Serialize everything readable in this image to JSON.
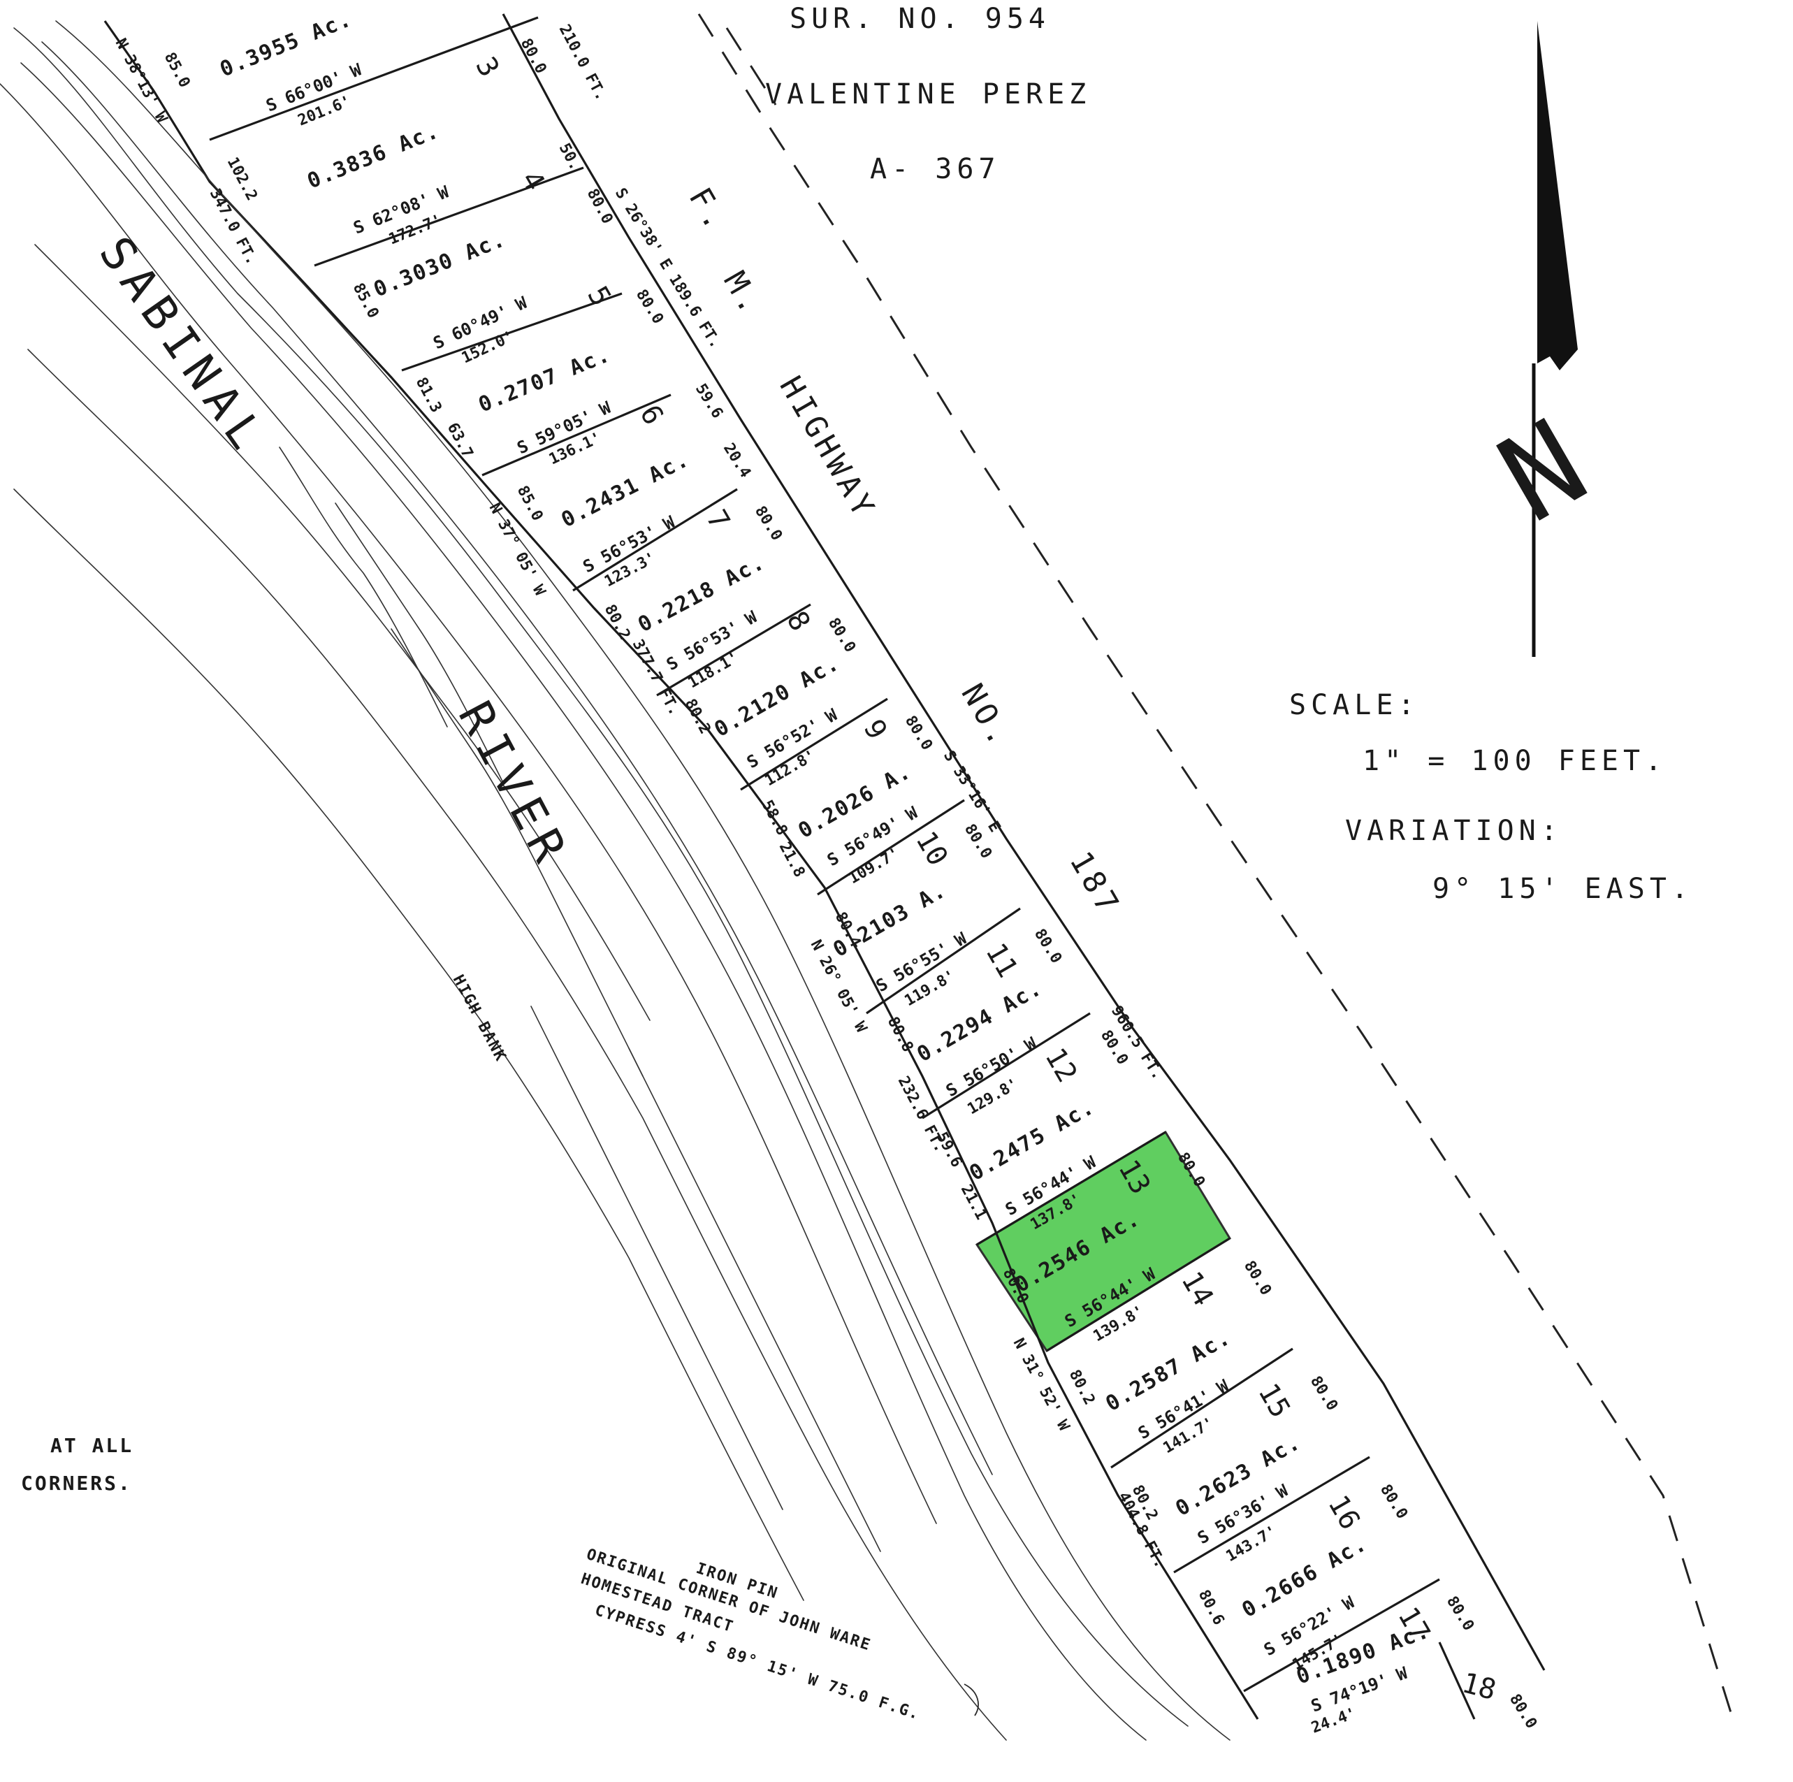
{
  "header": {
    "survey": "SUR. NO. 954",
    "grantee": "VALENTINE PEREZ",
    "abstract": "A- 367"
  },
  "road": {
    "name": "F. M. HIGHWAY",
    "number": "NO. 187",
    "road_words": [
      "F.",
      "M.",
      "HIGHWAY",
      "NO.",
      "187"
    ]
  },
  "river": {
    "name": "SABINAL RIVER",
    "words": [
      "SABINAL",
      "RIVER"
    ],
    "bank_label": "HIGH BANK"
  },
  "north_arrow": {
    "label": "N"
  },
  "scale": {
    "label": "SCALE:",
    "value": "1\" = 100 FEET."
  },
  "variation": {
    "label": "VARIATION:",
    "value": "9° 15' EAST."
  },
  "notes": {
    "corners_line1": "AT ALL",
    "corners_line2": "CORNERS.",
    "iron_pin": "IRON PIN",
    "original_corner": "ORIGINAL CORNER OF JOHN WARE",
    "homestead": "HOMESTEAD TRACT",
    "cypress": "CYPRESS 4'  S 89° 15' W  75.0 F.G."
  },
  "highlight_color": "#4fc94f",
  "lots": [
    {
      "number": "3",
      "acres": "0.3955 Ac.",
      "bearing": "S 66°00' W",
      "length": "201.6'"
    },
    {
      "number": "4",
      "acres": "0.3836 Ac.",
      "bearing": "S 62°08' W",
      "length": "172.7'"
    },
    {
      "number": "5",
      "acres": "0.3030 Ac.",
      "bearing": "S 60°49' W",
      "length": "152.0'"
    },
    {
      "number": "6",
      "acres": "0.2707 Ac.",
      "bearing": "S 59°05' W",
      "length": "136.1'"
    },
    {
      "number": "7",
      "acres": "0.2431 Ac.",
      "bearing": "S 56°53' W",
      "length": "123.3'"
    },
    {
      "number": "8",
      "acres": "0.2218 Ac.",
      "bearing": "S 56°53' W",
      "length": "118.1'"
    },
    {
      "number": "9",
      "acres": "0.2120 Ac.",
      "bearing": "S 56°52' W",
      "length": "112.8'"
    },
    {
      "number": "10",
      "acres": "0.2026 A.",
      "bearing": "S 56°49' W",
      "length": "109.7'"
    },
    {
      "number": "11",
      "acres": "0.2103 A.",
      "bearing": "S 56°55' W",
      "length": "119.8'"
    },
    {
      "number": "12",
      "acres": "0.2294 Ac.",
      "bearing": "S 56°50' W",
      "length": "129.8'"
    },
    {
      "number": "13",
      "acres": "0.2475 Ac.",
      "bearing": "S 56°44' W",
      "length": "137.8'"
    },
    {
      "number": "14",
      "acres": "0.2546 Ac.",
      "bearing": "S 56°44' W",
      "length": "139.8'",
      "highlighted": true
    },
    {
      "number": "15",
      "acres": "0.2587 Ac.",
      "bearing": "S 56°41' W",
      "length": "141.7'"
    },
    {
      "number": "16",
      "acres": "0.2623 Ac.",
      "bearing": "S 56°36' W",
      "length": "143.7'"
    },
    {
      "number": "17",
      "acres": "0.2666 Ac.",
      "bearing": "S 56°22' W",
      "length": "145.7'"
    },
    {
      "number": "18",
      "acres": "0.1890 Ac.",
      "bearing": "S 74°19' W",
      "length": "24.4'"
    }
  ],
  "frontage_labels": [
    "210.0 FT.",
    "80.0",
    "50.",
    "80.0",
    "S 26°38' E  189.6 FT.",
    "80.0",
    "59.6",
    "20.4",
    "80.0",
    "80.0",
    "80.0",
    "S 33°16' E",
    "80.0",
    "80.0",
    "960.5 FT.",
    "80.0",
    "80.0",
    "80.0",
    "80.0",
    "80.0",
    "80.0",
    "80.0"
  ],
  "rear_labels": [
    "85.0",
    "N 38°13' W",
    "102.2",
    "347.0 FT.",
    "85.0",
    "81.3",
    "63.7",
    "85.0",
    "N 37° 05' W",
    "80.2",
    "377.7 FT.",
    "80.2",
    "58.8",
    "21.8",
    "80.4",
    "N 26° 05' W",
    "80.8",
    "232.6 FT.",
    "59.6",
    "21.1",
    "80.0",
    "N 31° 52' W",
    "80.2",
    "404.8 FT.",
    "80.2",
    "80.6"
  ]
}
